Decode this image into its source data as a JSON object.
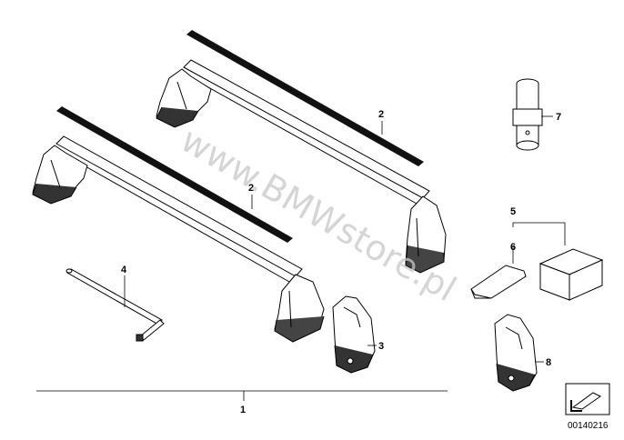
{
  "watermark": "www.BMWstore.pl",
  "callouts": {
    "assembly": "1",
    "strip_rear": "2",
    "strip_front": "2",
    "foot": "3",
    "wrench": "4",
    "kit": "5",
    "pad": "6",
    "lock_cylinder": "7",
    "foot_alt": "8"
  },
  "reference_number": "00140216",
  "colors": {
    "line": "#000000",
    "rubber": "#111111",
    "watermark": "#c8c8c8"
  }
}
